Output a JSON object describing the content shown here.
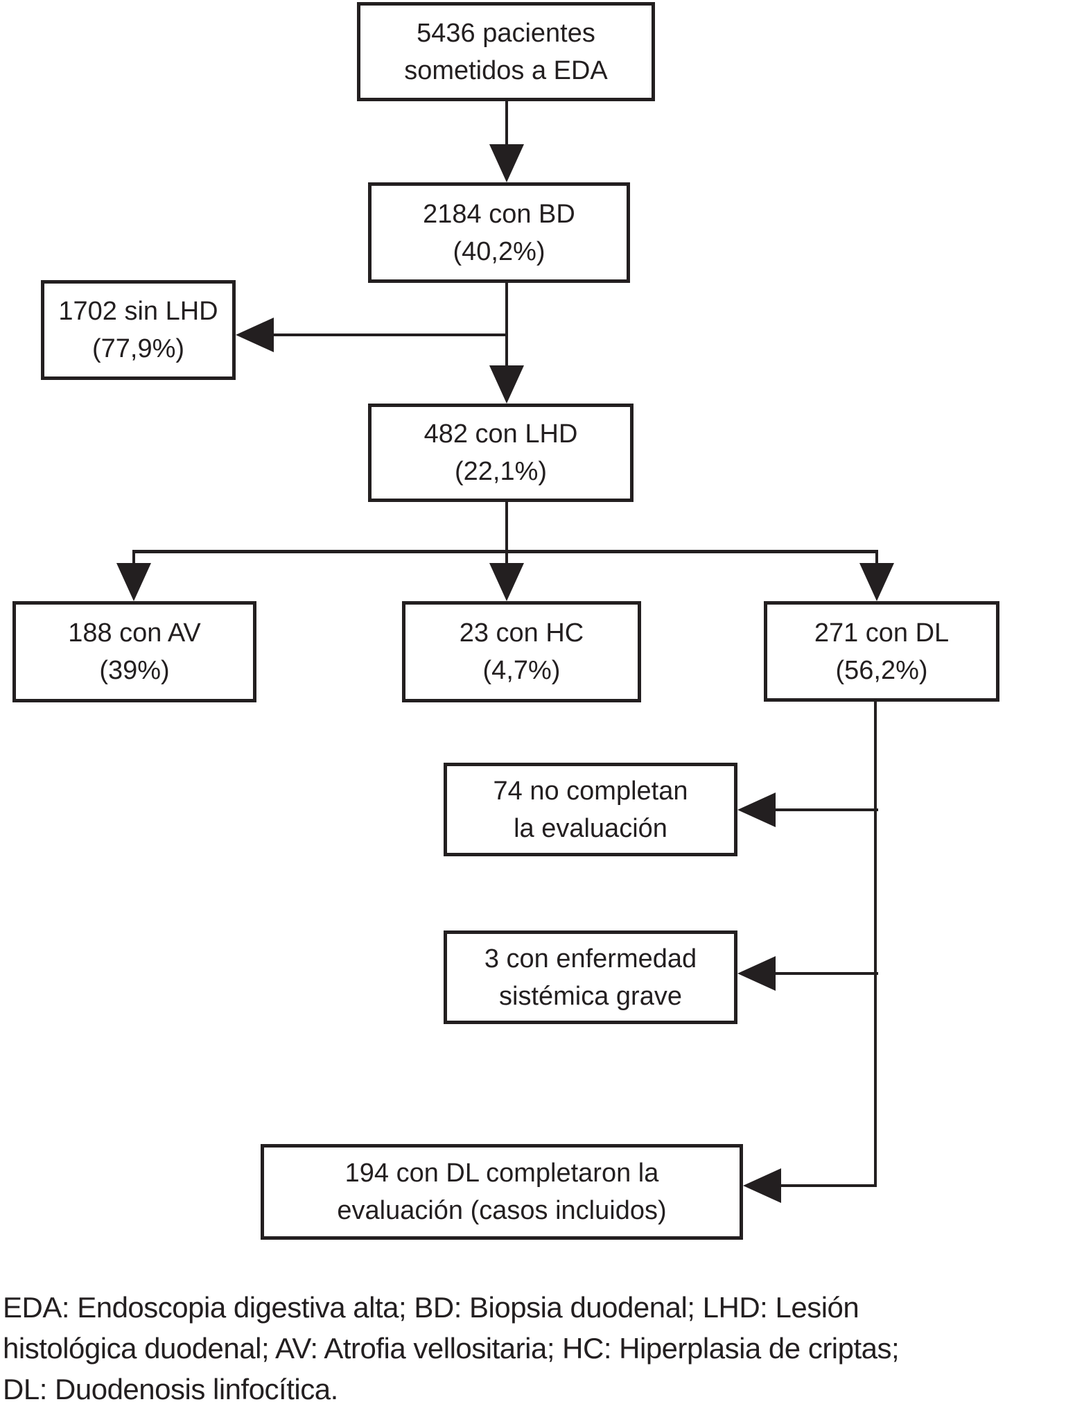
{
  "flowchart": {
    "colors": {
      "ink": "#231f20",
      "background": "#ffffff"
    },
    "nodes": [
      {
        "id": "eda",
        "line1": "5436 pacientes",
        "line2": "sometidos a EDA"
      },
      {
        "id": "bd",
        "line1": "2184 con BD",
        "line2": "(40,2%)"
      },
      {
        "id": "sin-lhd",
        "line1": "1702 sin LHD",
        "line2": "(77,9%)"
      },
      {
        "id": "lhd",
        "line1": "482 con LHD",
        "line2": "(22,1%)"
      },
      {
        "id": "av",
        "line1": "188 con AV",
        "line2": "(39%)"
      },
      {
        "id": "hc",
        "line1": "23 con HC",
        "line2": "(4,7%)"
      },
      {
        "id": "dl",
        "line1": "271 con DL",
        "line2": "(56,2%)"
      },
      {
        "id": "no-completan",
        "line1": "74 no completan",
        "line2": "la evaluación"
      },
      {
        "id": "sistemica",
        "line1": "3 con enfermedad",
        "line2": "sistémica grave"
      },
      {
        "id": "incluidos",
        "line1": "194 con DL completaron la",
        "line2": "evaluación (casos incluidos)"
      }
    ],
    "footnote": {
      "line1": "EDA: Endoscopia digestiva alta; BD: Biopsia duodenal; LHD: Lesión",
      "line2": "histológica duodenal; AV: Atrofia vellositaria; HC: Hiperplasia de criptas;",
      "line3": "DL: Duodenosis linfocítica."
    }
  }
}
